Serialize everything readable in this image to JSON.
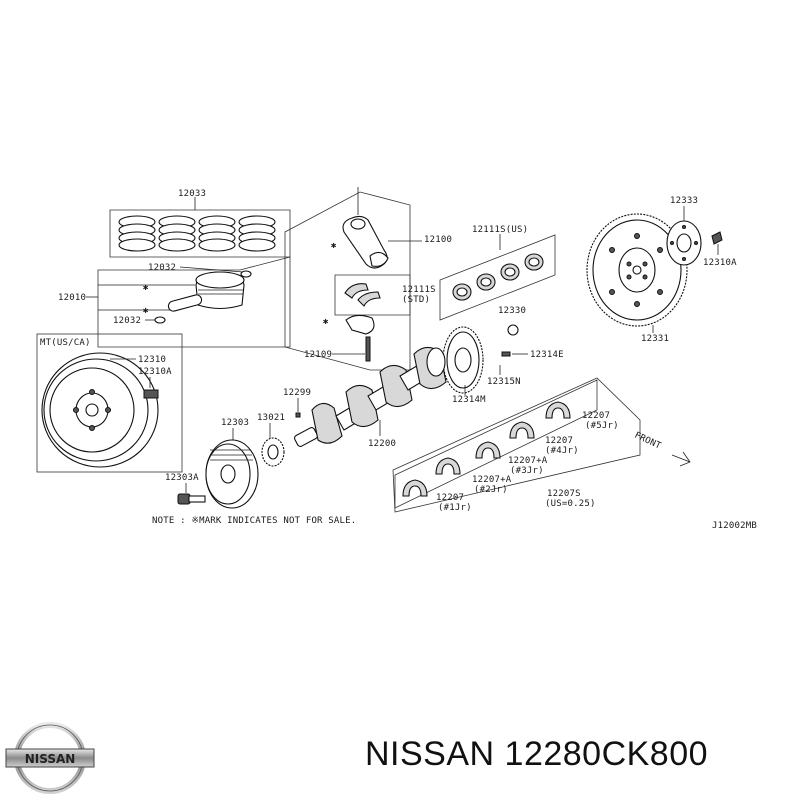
{
  "caption": "NISSAN 12280CK800",
  "brand": "NISSAN",
  "diagram_id": "J12002MB",
  "note": "NOTE : ※MARK INDICATES NOT FOR SALE.",
  "front_label": "FRONT",
  "labels": {
    "p12033": "12033",
    "p12032a": "12032",
    "p12010": "12010",
    "p12032b": "12032",
    "mt": "MT(US/CA)",
    "p12310": "12310",
    "p12310A": "12310A",
    "p12100": "12100",
    "p12111S_std": "12111S",
    "std": "(STD)",
    "p12109": "12109",
    "p12111S_us": "12111S(US)",
    "p12330": "12330",
    "p12314E": "12314E",
    "p12315N": "12315N",
    "p12314M": "12314M",
    "p12333": "12333",
    "p12310A_r": "12310A",
    "p12331": "12331",
    "p12299": "12299",
    "p12303": "12303",
    "p13021": "13021",
    "p12200": "12200",
    "p12303A": "12303A",
    "p12207_5": "12207",
    "j5": "(#5Jr)",
    "p12207_4": "12207",
    "j4": "(#4Jr)",
    "p12207A_3": "12207+A",
    "j3": "(#3Jr)",
    "p12207A_2": "12207+A",
    "j2": "(#2Jr)",
    "p12207_1": "12207",
    "j1": "(#1Jr)",
    "p12207S": "12207S",
    "us025": "(US=0.25)"
  }
}
